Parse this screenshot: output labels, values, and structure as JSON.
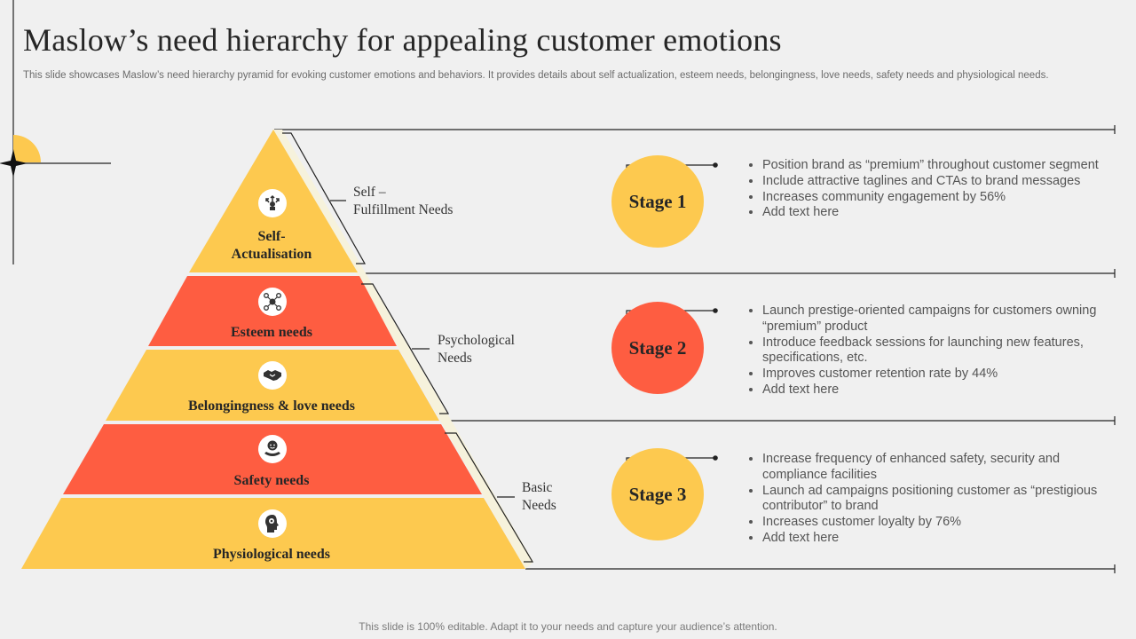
{
  "title": "Maslow’s need hierarchy for appealing customer emotions",
  "subtitle": "This slide showcases Maslow’s need hierarchy pyramid for evoking customer emotions and behaviors. It provides details about self actualization, esteem needs, belongingness, love needs, safety needs and physiological needs.",
  "footer": "This slide is 100% editable. Adapt it to your needs and capture your audience’s attention.",
  "colors": {
    "yellow": "#fdc94f",
    "red": "#fe5d41",
    "text": "#262626"
  },
  "pyramid": {
    "levels": [
      {
        "label_line1": "Self-",
        "label_line2": "Actualisation",
        "icon": "growth-arrows-icon",
        "color": "yellow"
      },
      {
        "label": "Esteem needs",
        "icon": "network-people-icon",
        "color": "red"
      },
      {
        "label": "Belongingness & love needs",
        "icon": "handshake-icon",
        "color": "yellow"
      },
      {
        "label": "Safety needs",
        "icon": "protected-person-icon",
        "color": "red"
      },
      {
        "label": "Physiological needs",
        "icon": "head-profile-icon",
        "color": "yellow"
      }
    ],
    "groups": [
      {
        "line1": "Self –",
        "line2": "Fulfillment Needs"
      },
      {
        "line1": "Psychological",
        "line2": "Needs"
      },
      {
        "line1": "Basic",
        "line2": "Needs"
      }
    ]
  },
  "stages": [
    {
      "label": "Stage 1",
      "color": "yellow",
      "bullets": [
        "Position brand as “premium” throughout customer segment",
        "Include attractive taglines and CTAs to brand messages",
        "Increases community engagement by 56%",
        "Add text here"
      ]
    },
    {
      "label": "Stage 2",
      "color": "red",
      "bullets": [
        "Launch prestige-oriented campaigns for customers owning “premium” product",
        "Introduce feedback sessions for launching new features, specifications, etc.",
        "Improves customer retention rate by 44%",
        "Add text here"
      ]
    },
    {
      "label": "Stage 3",
      "color": "yellow",
      "bullets": [
        "Increase frequency of enhanced safety, security and compliance facilities",
        "Launch ad campaigns positioning customer as “prestigious contributor” to brand",
        "Increases customer loyalty by 76%",
        "Add text here"
      ]
    }
  ]
}
